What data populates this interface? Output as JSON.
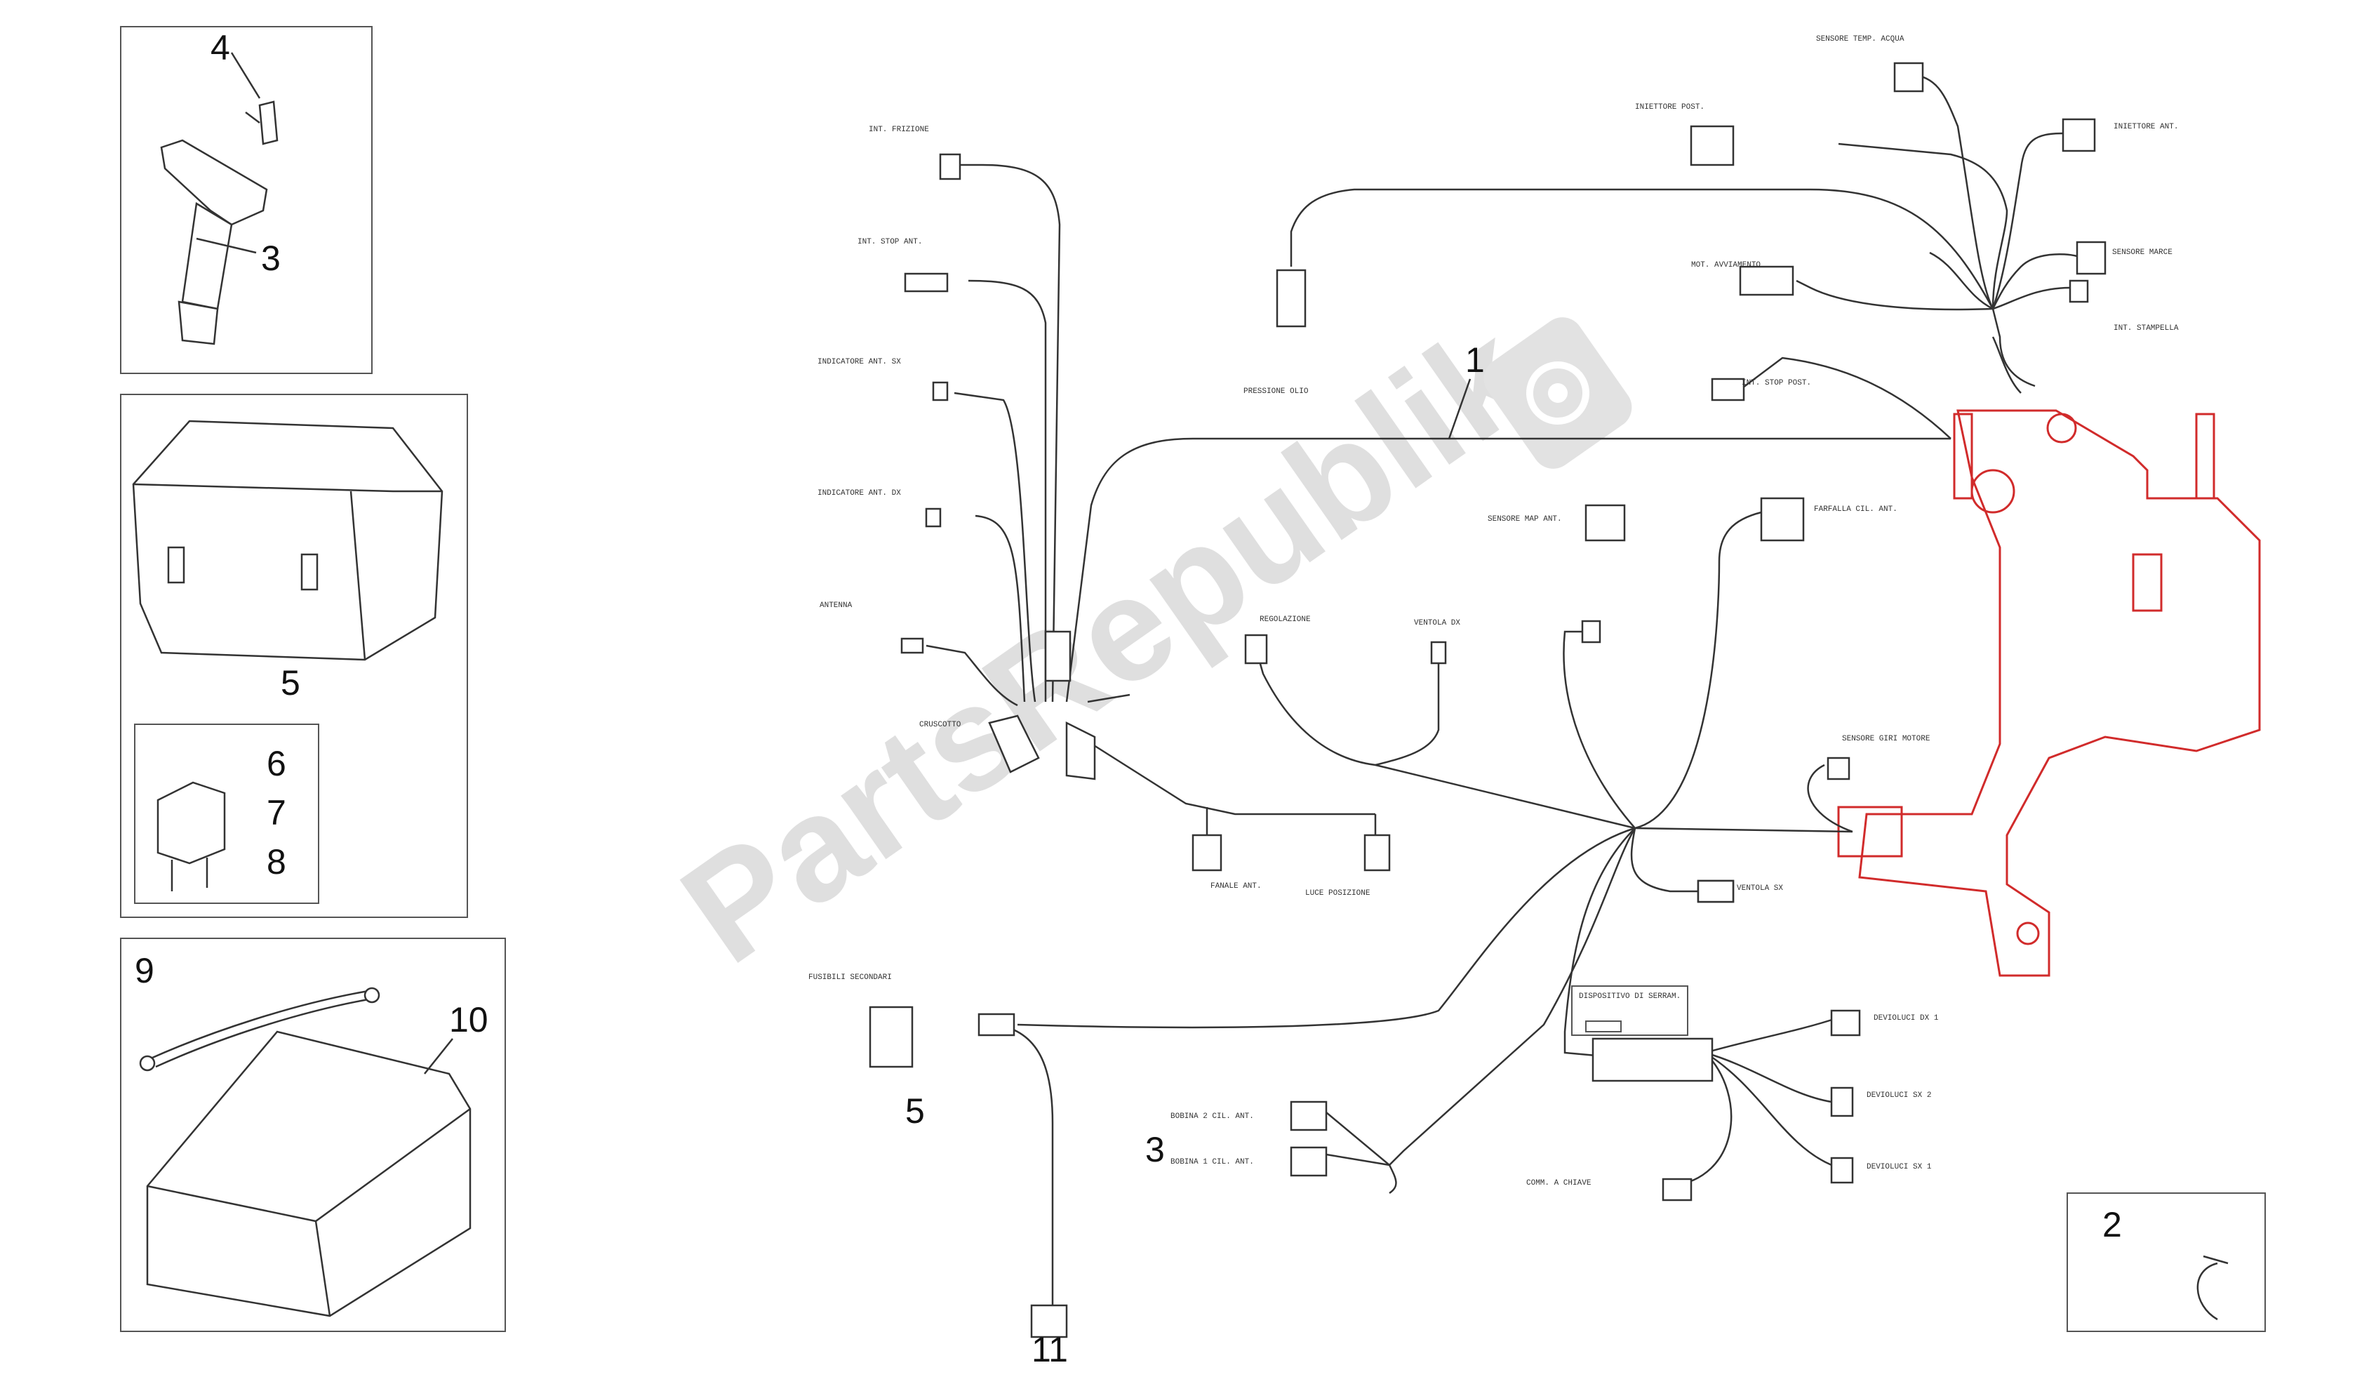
{
  "watermark": {
    "text": "PartsRepublik"
  },
  "callouts": {
    "n1": "1",
    "n2": "2",
    "n3a": "3",
    "n3b": "3",
    "n4": "4",
    "n5a": "5",
    "n5b": "5",
    "n6": "6",
    "n7": "7",
    "n8": "8",
    "n9": "9",
    "n10": "10",
    "n11": "11"
  },
  "connectors": {
    "int_frizione": "INT. FRIZIONE",
    "int_stop_ant": "INT. STOP ANT.",
    "indicatore_ant_sx": "INDICATORE ANT. SX",
    "indicatore_ant_dx": "INDICATORE ANT. DX",
    "antenna": "ANTENNA",
    "cruscotto": "CRUSCOTTO",
    "pressione_olio": "PRESSIONE OLIO",
    "regolazione": "REGOLAZIONE",
    "ventola_dx": "VENTOLA DX",
    "fanale_ant": "FANALE ANT.",
    "luce_posizione": "LUCE POSIZIONE",
    "fusibili_secondari": "FUSIBILI SECONDARI",
    "sensore_temp_acqua": "SENSORE TEMP. ACQUA",
    "iniettore_post": "INIETTORE POST.",
    "iniettore_ant": "INIETTORE ANT.",
    "mot_avviamento": "MOT. AVVIAMENTO",
    "sensore_marce": "SENSORE MARCE",
    "int_stampella": "INT. STAMPELLA",
    "int_stop_post": "INT. STOP POST.",
    "sensore_map_ant": "SENSORE MAP ANT.",
    "farfalla_cil_ant": "FARFALLA CIL. ANT.",
    "sensore_giri_motore": "SENSORE GIRI MOTORE",
    "ventola_sx": "VENTOLA SX",
    "dispositivo_immobilizer": "DISPOSITIVO DI SERRAM.",
    "deviolucl_dx1": "DEVIOLUCI DX 1",
    "deviolucl_sx2": "DEVIOLUCI SX 2",
    "deviolucl_sx1": "DEVIOLUCI SX 1",
    "comm_chiave": "COMM. A CHIAVE",
    "bobina_2": "BOBINA 2 CIL. ANT.",
    "bobina_1": "BOBINA 1 CIL. ANT."
  }
}
